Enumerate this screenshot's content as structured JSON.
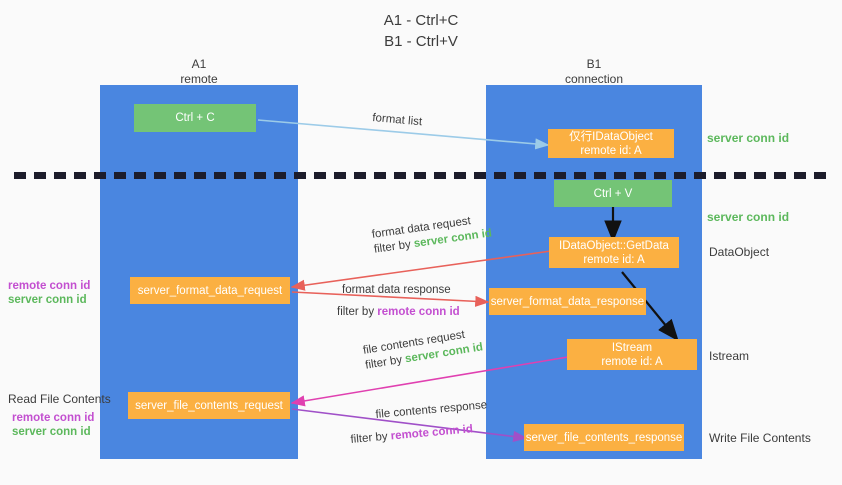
{
  "title": {
    "line1": "A1 - Ctrl+C",
    "line2": "B1 - Ctrl+V"
  },
  "lanes": [
    {
      "name": "A1",
      "sub": "remote"
    },
    {
      "name": "B1",
      "sub": "connection"
    }
  ],
  "nodes": {
    "ctrl_c": {
      "label": "Ctrl + C"
    },
    "ctrl_v": {
      "label": "Ctrl + V"
    },
    "idataobject": {
      "line1": "仅行IDataObject",
      "line2": "remote id: A"
    },
    "getdata": {
      "line1": "IDataObject::GetData",
      "line2": "remote id: A"
    },
    "istream": {
      "line1": "IStream",
      "line2": "remote id: A"
    },
    "fmt_req": {
      "label": "server_format_data_request"
    },
    "fmt_resp": {
      "label": "server_format_data_response"
    },
    "file_req": {
      "label": "server_file_contents_request"
    },
    "file_resp": {
      "label": "server_file_contents_response"
    }
  },
  "edges": {
    "format_list": "format list",
    "fmt_req_l1": "format data request",
    "fmt_req_l2_prefix": "filter by ",
    "fmt_req_l2_key": "server conn id",
    "fmt_resp_l1": "format data response",
    "fmt_resp_l2_prefix": "filter by ",
    "fmt_resp_l2_key": "remote conn id",
    "file_req_l1": "file contents request",
    "file_req_l2_prefix": "filter by ",
    "file_req_l2_key": "server conn id",
    "file_resp_l1": "file contents response",
    "file_resp_l2_prefix": "filter by ",
    "file_resp_l2_key": "remote conn id"
  },
  "right_labels": {
    "server_conn_top": "server conn id",
    "server_conn_mid": "server conn id",
    "dataobject": "DataObject",
    "istream": "Istream",
    "write_file_contents": "Write File Contents"
  },
  "left_labels": {
    "remote_conn_1": "remote conn id",
    "server_conn_1": "server conn id",
    "read_file_contents": "Read File Contents",
    "remote_conn_2": "remote conn id",
    "server_conn_2": "server conn id"
  },
  "colors": {
    "lane": "#4a86e0",
    "green_node": "#74c476",
    "orange_node": "#fbb042",
    "conn_green": "#5cb85c",
    "conn_purple": "#c34fd0",
    "arrow_lightblue": "#9ccbe8",
    "arrow_red": "#e8615a",
    "arrow_magenta": "#e040b0",
    "arrow_purple": "#a050c8",
    "arrow_black": "#111111",
    "divider": "#1c1c2b"
  }
}
